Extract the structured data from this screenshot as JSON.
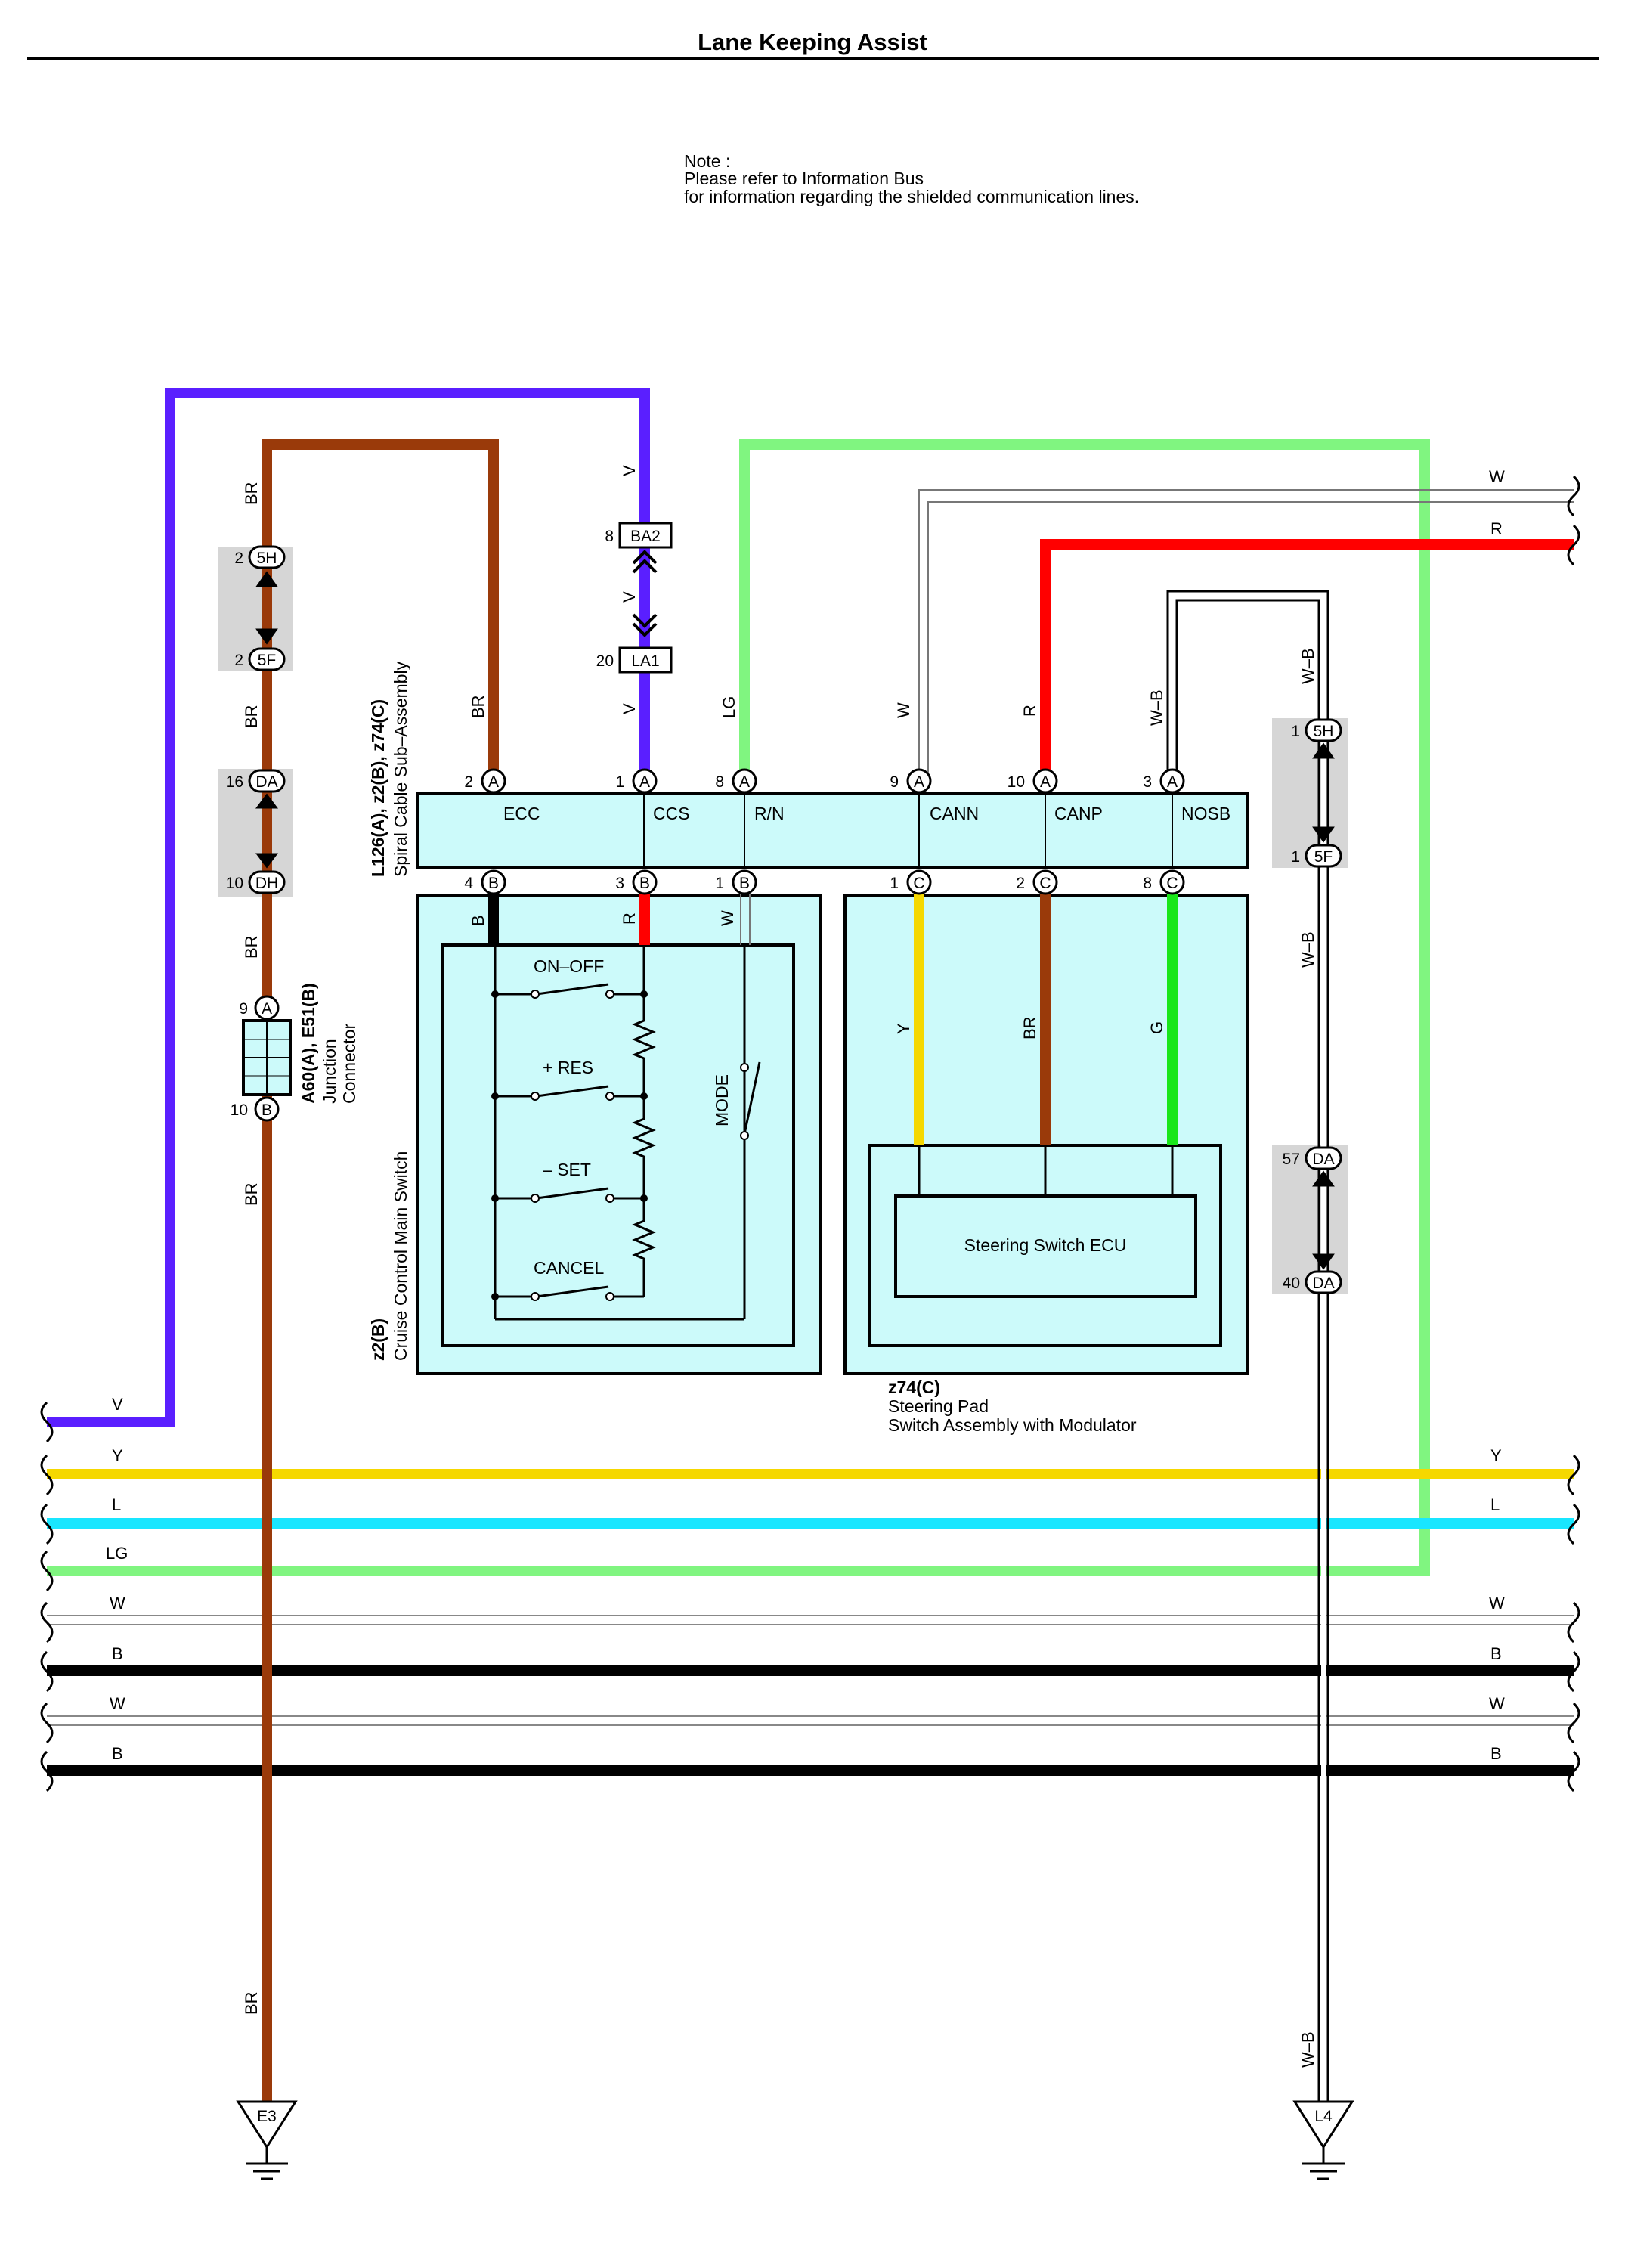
{
  "title": "Lane Keeping Assist",
  "note": {
    "line1": "Note :",
    "line2": "Please refer to Information Bus",
    "line3": "for information regarding the shielded communication lines."
  },
  "spiral_cable": {
    "code": "L126(A), z2(B), z74(C)",
    "name": "Spiral Cable Sub–Assembly",
    "terminals": [
      "ECC",
      "CCS",
      "R/N",
      "CANN",
      "CANP",
      "NOSB"
    ],
    "top_pins": [
      {
        "num": "2",
        "conn": "A"
      },
      {
        "num": "1",
        "conn": "A"
      },
      {
        "num": "8",
        "conn": "A"
      },
      {
        "num": "9",
        "conn": "A"
      },
      {
        "num": "10",
        "conn": "A"
      },
      {
        "num": "3",
        "conn": "A"
      }
    ],
    "bottom_pins": [
      {
        "num": "4",
        "conn": "B"
      },
      {
        "num": "3",
        "conn": "B"
      },
      {
        "num": "1",
        "conn": "B"
      },
      {
        "num": "1",
        "conn": "C"
      },
      {
        "num": "2",
        "conn": "C"
      },
      {
        "num": "8",
        "conn": "C"
      }
    ]
  },
  "cruise_switch": {
    "code": "z2(B)",
    "name": "Cruise Control Main Switch",
    "switches": [
      "ON–OFF",
      "+ RES",
      "– SET",
      "CANCEL"
    ],
    "mode": "MODE"
  },
  "steering_pad": {
    "code": "z74(C)",
    "name1": "Steering Pad",
    "name2": "Switch Assembly with Modulator",
    "ecu": "Steering Switch ECU"
  },
  "junction": {
    "code": "A60(A), E51(B)",
    "name1": "Junction",
    "name2": "Connector",
    "pin_top": {
      "num": "9",
      "conn": "A"
    },
    "pin_bottom": {
      "num": "10",
      "conn": "B"
    }
  },
  "connectors": {
    "ba2": {
      "num": "8",
      "label": "BA2"
    },
    "la1": {
      "num": "20",
      "label": "LA1"
    },
    "left_5h": {
      "num": "2",
      "label": "5H"
    },
    "left_5f": {
      "num": "2",
      "label": "5F"
    },
    "left_da": {
      "num": "16",
      "label": "DA"
    },
    "left_dh": {
      "num": "10",
      "label": "DH"
    },
    "right_5h": {
      "num": "1",
      "label": "5H"
    },
    "right_5f": {
      "num": "1",
      "label": "5F"
    },
    "right_da_top": {
      "num": "57",
      "label": "DA"
    },
    "right_da_bottom": {
      "num": "40",
      "label": "DA"
    }
  },
  "grounds": [
    "E3",
    "L4"
  ],
  "wire_colors": {
    "V": "V",
    "BR": "BR",
    "LG": "LG",
    "W": "W",
    "R": "R",
    "W-B": "W–B",
    "B": "B",
    "Y": "Y",
    "G": "G",
    "L": "L"
  },
  "bus_wires": [
    {
      "left": "V",
      "right": ""
    },
    {
      "left": "Y",
      "right": "Y"
    },
    {
      "left": "L",
      "right": "L"
    },
    {
      "left": "LG",
      "right": ""
    },
    {
      "left": "W",
      "right": "W"
    },
    {
      "left": "B",
      "right": "B"
    },
    {
      "left": "W",
      "right": "W"
    },
    {
      "left": "B",
      "right": "B"
    }
  ],
  "top_right_wires": [
    {
      "label": "W"
    },
    {
      "label": "R"
    }
  ],
  "colors": {
    "violet": "#5a1fff",
    "brown": "#9a3a0a",
    "light_green": "#80f580",
    "red": "#ff0000",
    "yellow": "#f5d800",
    "cyan": "#19e6ff",
    "green": "#19e619",
    "black": "#000000",
    "box_fill": "#ccfafa",
    "connector_shade": "#d6d6d6"
  }
}
